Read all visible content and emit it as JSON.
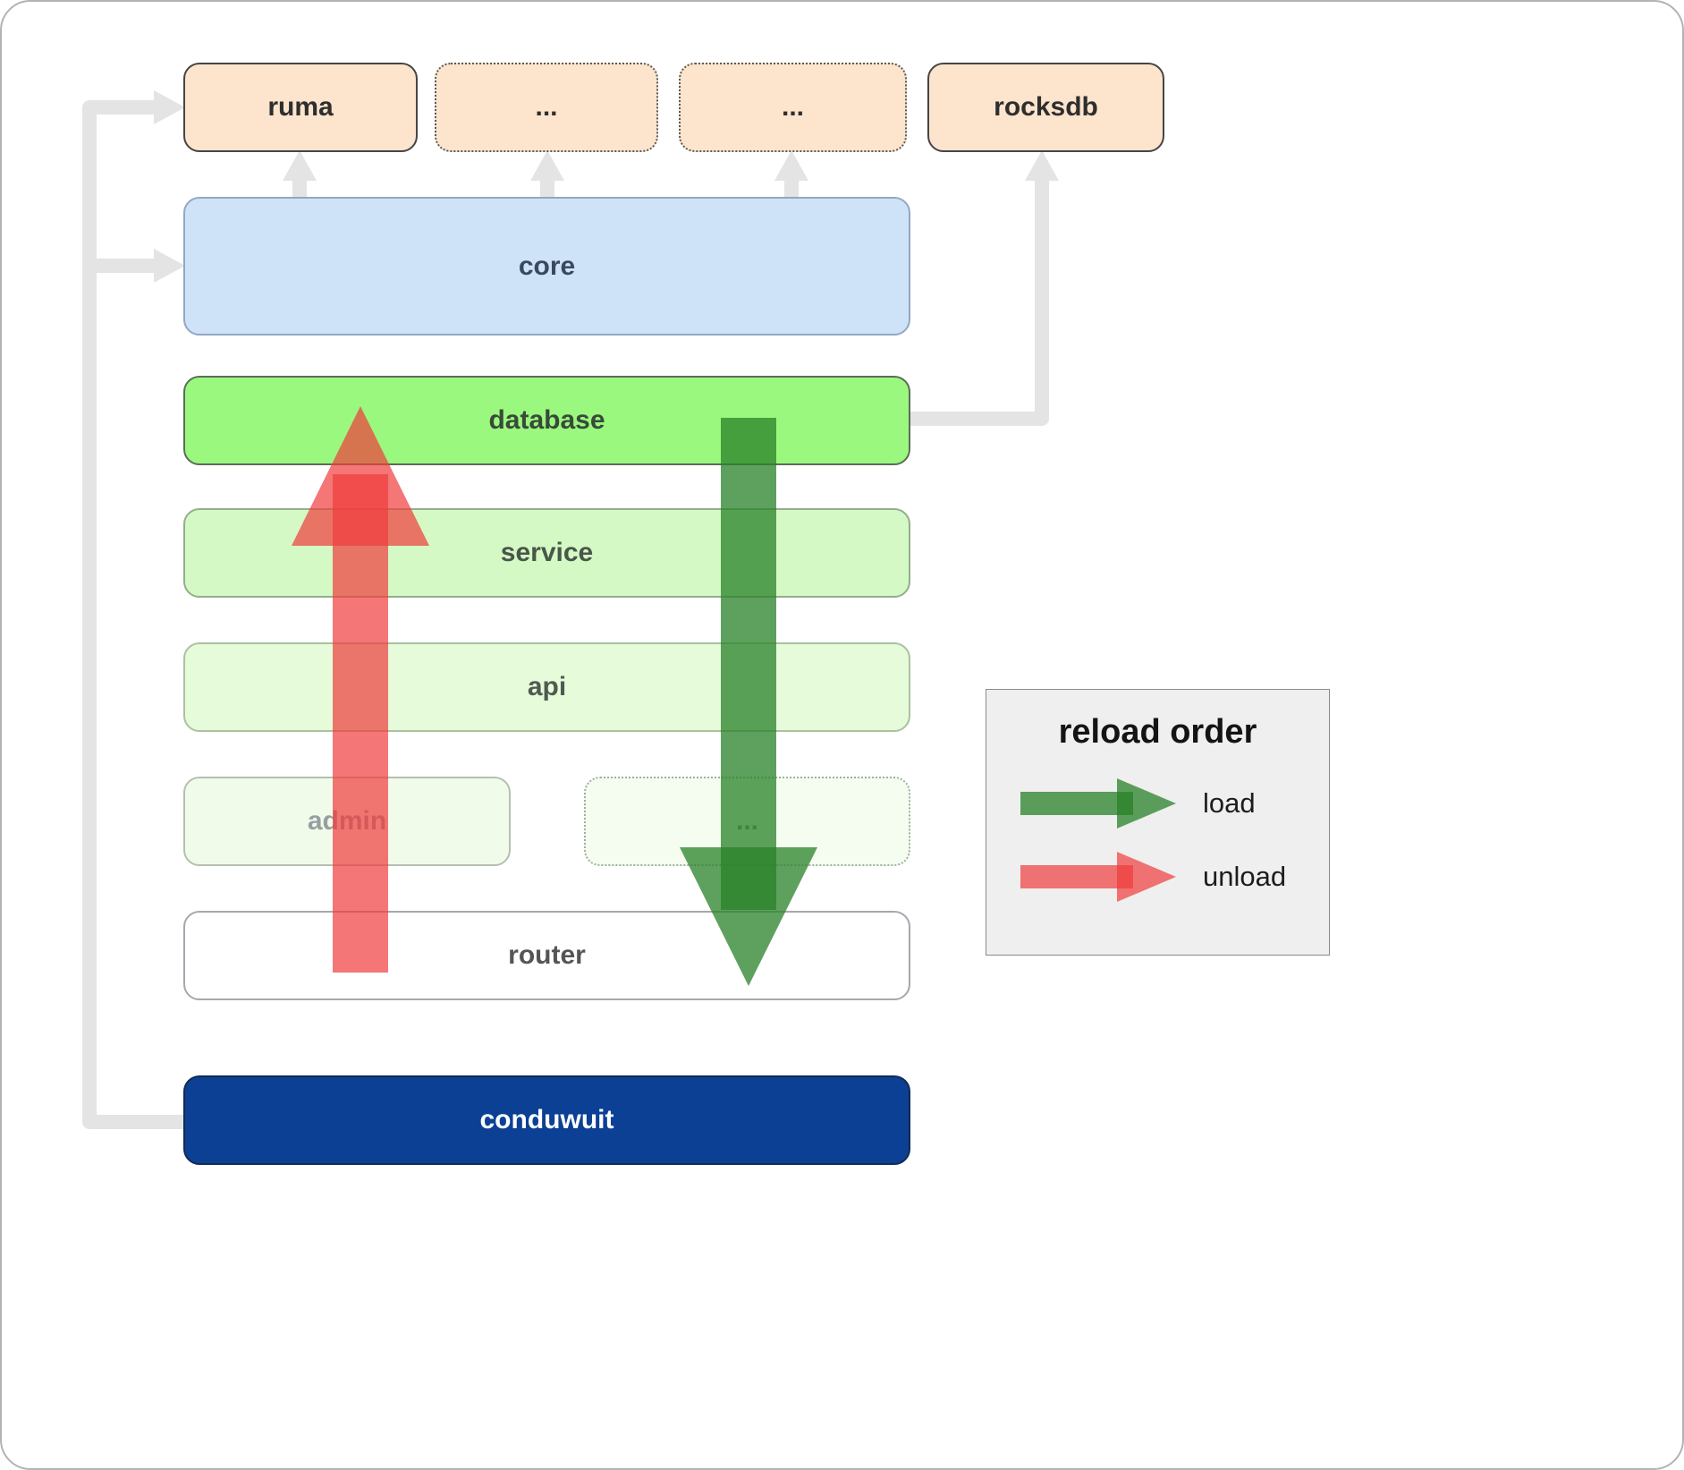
{
  "boxes": {
    "ruma": "ruma",
    "dots_top_1": "...",
    "dots_top_2": "...",
    "rocksdb": "rocksdb",
    "core": "core",
    "database": "database",
    "service": "service",
    "api": "api",
    "admin": "admin",
    "dots_mid": "...",
    "router": "router",
    "conduwuit": "conduwuit"
  },
  "legend": {
    "title": "reload order",
    "items": [
      {
        "label": "load",
        "color": "rgba(40,130,40,0.75)"
      },
      {
        "label": "unload",
        "color": "rgba(240,60,60,0.7)"
      }
    ]
  },
  "colors": {
    "load_arrow_green": "rgba(40,130,40,0.75)",
    "unload_arrow_red": "rgba(240,60,60,0.7)",
    "connector_gray": "#e4e4e4",
    "conduwuit_blue": "#0c4094",
    "database_green": "#9af87e",
    "core_blue": "#cfe3f8",
    "module_peach": "#fce4cd"
  }
}
